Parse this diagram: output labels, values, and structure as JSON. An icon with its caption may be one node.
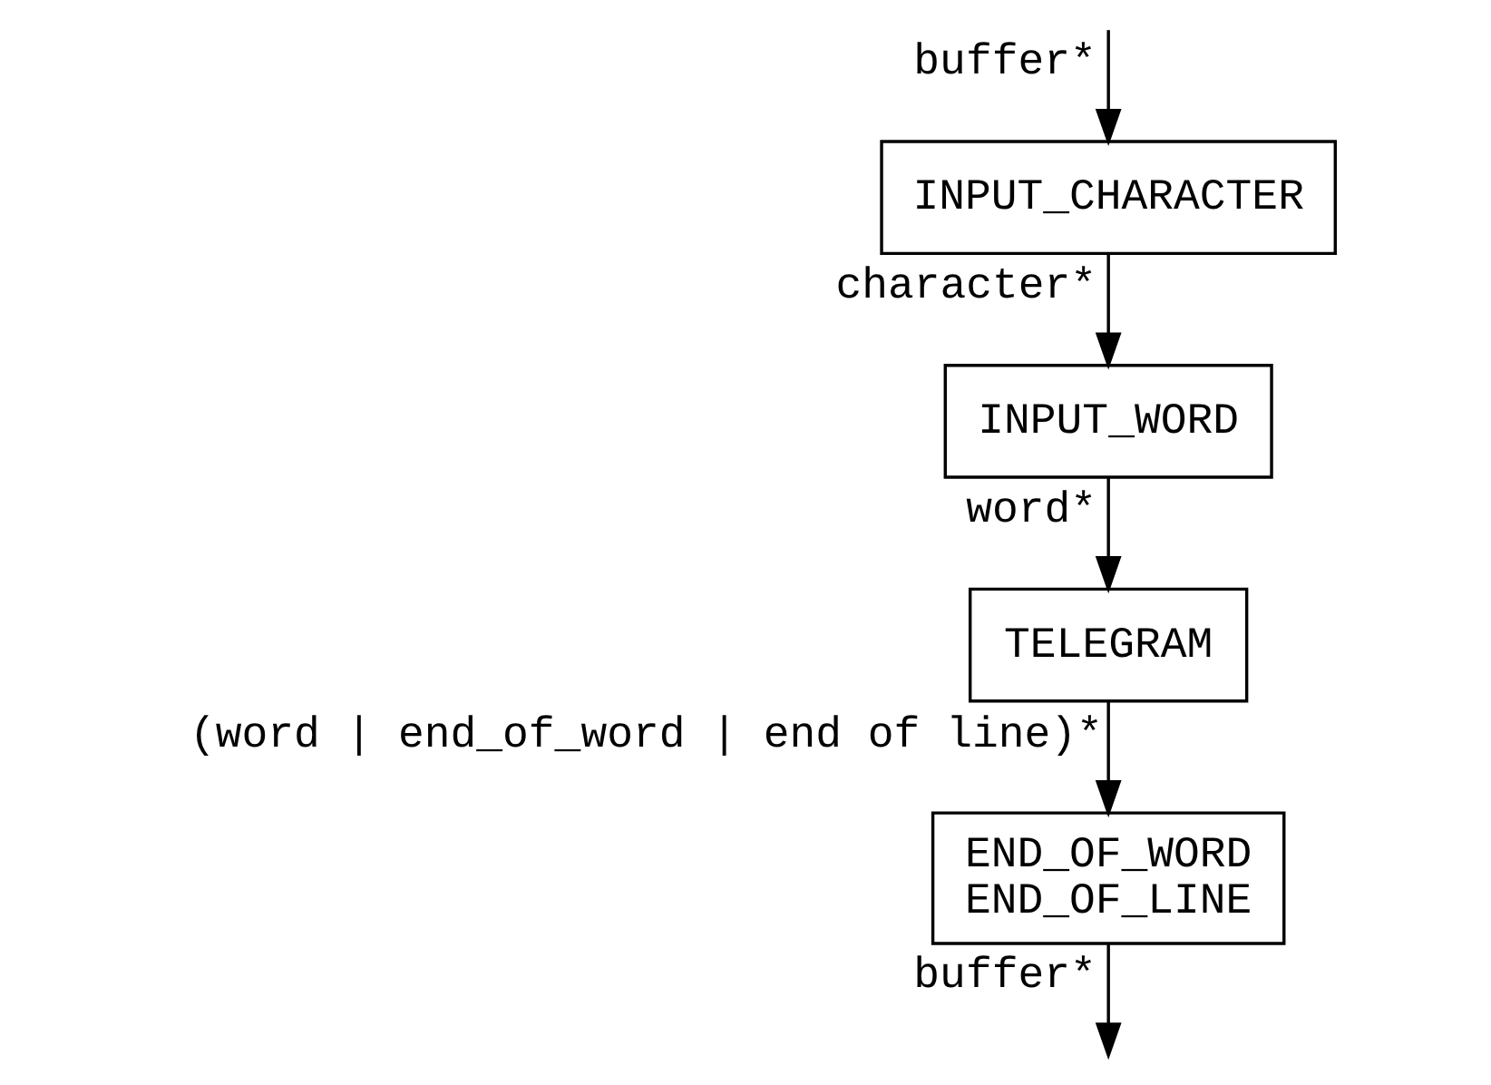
{
  "diagram": {
    "nodes": [
      {
        "text": [
          "INPUT_CHARACTER"
        ]
      },
      {
        "text": [
          "INPUT_WORD"
        ]
      },
      {
        "text": [
          "TELEGRAM"
        ]
      },
      {
        "text": [
          "END_OF_WORD",
          "END_OF_LINE"
        ]
      }
    ],
    "edges": [
      {
        "from": null,
        "to": 0,
        "arrow": "to",
        "label": "buffer*"
      },
      {
        "from": 0,
        "to": 1,
        "arrow": "to",
        "label": "character*"
      },
      {
        "from": 1,
        "to": 2,
        "arrow": "to",
        "label": "word*"
      },
      {
        "from": 2,
        "to": 3,
        "arrow": "to",
        "label": "(word | end_of_word | end of line)*"
      },
      {
        "from": 3,
        "to": null,
        "arrow": "to",
        "label": "buffer*"
      }
    ]
  }
}
